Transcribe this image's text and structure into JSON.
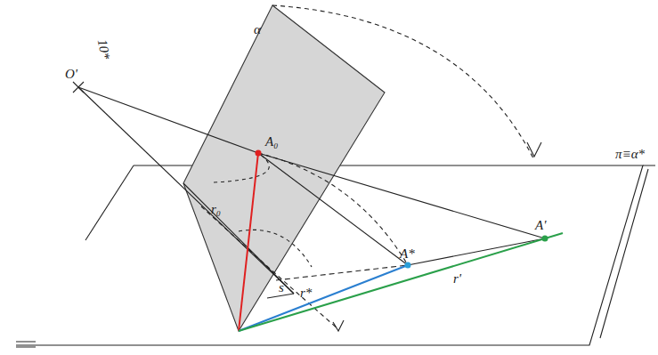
{
  "diagram": {
    "labels": [
      "10*",
      "α",
      "O'",
      "A₀",
      "π≡α*",
      "r₀",
      "s",
      "r*",
      "A*",
      "A'",
      "r'"
    ]
  }
}
